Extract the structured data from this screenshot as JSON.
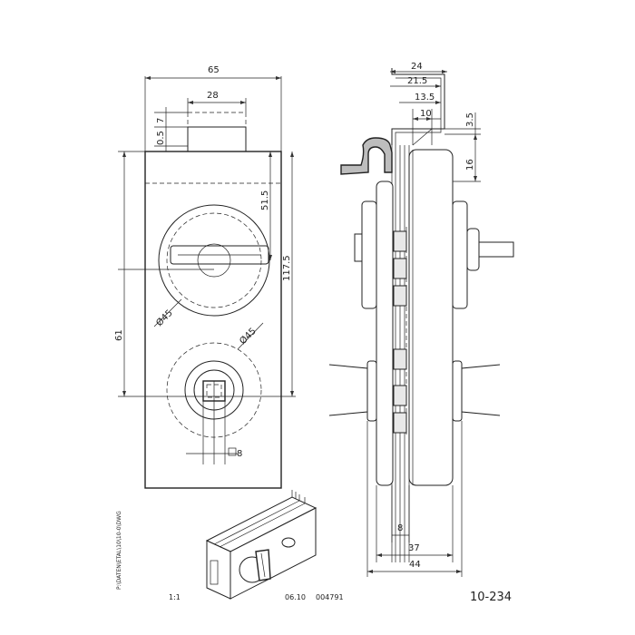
{
  "dimensions": {
    "front_width": "65",
    "spindle_width": "28",
    "spindle_height": "7",
    "spindle_offset": "0.5",
    "depth_51_5": "51.5",
    "total_height": "117.5",
    "center_distance": "61",
    "dia_upper": "Ø45",
    "dia_lower": "Ø45",
    "square": "8"
  },
  "side_dimensions": {
    "d24": "24",
    "d21_5": "21.5",
    "d13_5": "13.5",
    "d10": "10",
    "d3_5": "3.5",
    "d16": "16",
    "d8": "8",
    "d37": "37",
    "d44": "44"
  },
  "footer": {
    "scale": "1:1",
    "date": "06.10",
    "number": "004791",
    "code": "10-234",
    "vertical_note": "P:\\DATEN\\ETAL\\10\\10-0\\DWG"
  }
}
